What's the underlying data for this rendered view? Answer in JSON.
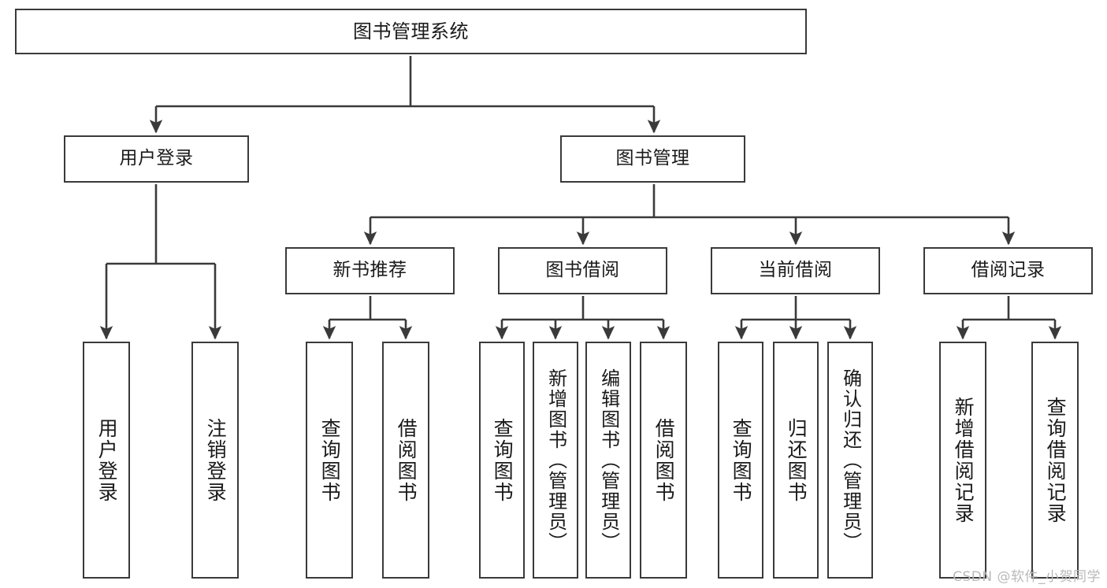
{
  "diagram": {
    "title": "图书管理系统",
    "type": "function-hierarchy-tree",
    "colors": {
      "box_border": "#3a3a3a",
      "box_fill": "#ffffff",
      "connector": "#3a3a3a",
      "text": "#1a1a1a",
      "watermark": "#b9b9b9",
      "background": "#ffffff"
    },
    "watermark": "CSDN @软件_小贺同学",
    "levels": {
      "root": "图书管理系统",
      "level2": [
        "用户登录",
        "图书管理"
      ],
      "level3": [
        "新书推荐",
        "图书借阅",
        "当前借阅",
        "借阅记录"
      ]
    },
    "nodes": {
      "root": {
        "label": "图书管理系统"
      },
      "user_login": {
        "label": "用户登录"
      },
      "book_manage": {
        "label": "图书管理"
      },
      "new_book_rec": {
        "label": "新书推荐"
      },
      "book_borrow": {
        "label": "图书借阅"
      },
      "current_borrow": {
        "label": "当前借阅"
      },
      "borrow_record": {
        "label": "借阅记录"
      },
      "leaf_user_login": {
        "label": "用户登录"
      },
      "leaf_logout": {
        "label": "注销登录"
      },
      "leaf_query_book_a": {
        "label": "查询图书"
      },
      "leaf_borrow_book_a": {
        "label": "借阅图书"
      },
      "leaf_query_book_b": {
        "label": "查询图书"
      },
      "leaf_add_book": {
        "label": "新增图书（管理员）"
      },
      "leaf_edit_book": {
        "label": "编辑图书（管理员）"
      },
      "leaf_borrow_book_b": {
        "label": "借阅图书"
      },
      "leaf_query_book_c": {
        "label": "查询图书"
      },
      "leaf_return_book": {
        "label": "归还图书"
      },
      "leaf_confirm_return": {
        "label": "确认归还（管理员）"
      },
      "leaf_add_record": {
        "label": "新增借阅记录"
      },
      "leaf_query_record": {
        "label": "查询借阅记录"
      }
    },
    "edges": [
      {
        "from": "root",
        "to": "用户登录"
      },
      {
        "from": "root",
        "to": "图书管理"
      },
      {
        "from": "用户登录",
        "to": "用户登录(叶)"
      },
      {
        "from": "用户登录",
        "to": "注销登录"
      },
      {
        "from": "图书管理",
        "to": "新书推荐"
      },
      {
        "from": "图书管理",
        "to": "图书借阅"
      },
      {
        "from": "图书管理",
        "to": "当前借阅"
      },
      {
        "from": "图书管理",
        "to": "借阅记录"
      },
      {
        "from": "新书推荐",
        "to": "查询图书"
      },
      {
        "from": "新书推荐",
        "to": "借阅图书"
      },
      {
        "from": "图书借阅",
        "to": "查询图书"
      },
      {
        "from": "图书借阅",
        "to": "新增图书（管理员）"
      },
      {
        "from": "图书借阅",
        "to": "编辑图书（管理员）"
      },
      {
        "from": "图书借阅",
        "to": "借阅图书"
      },
      {
        "from": "当前借阅",
        "to": "查询图书"
      },
      {
        "from": "当前借阅",
        "to": "归还图书"
      },
      {
        "from": "当前借阅",
        "to": "确认归还（管理员）"
      },
      {
        "from": "借阅记录",
        "to": "新增借阅记录"
      },
      {
        "from": "借阅记录",
        "to": "查询借阅记录"
      }
    ]
  }
}
